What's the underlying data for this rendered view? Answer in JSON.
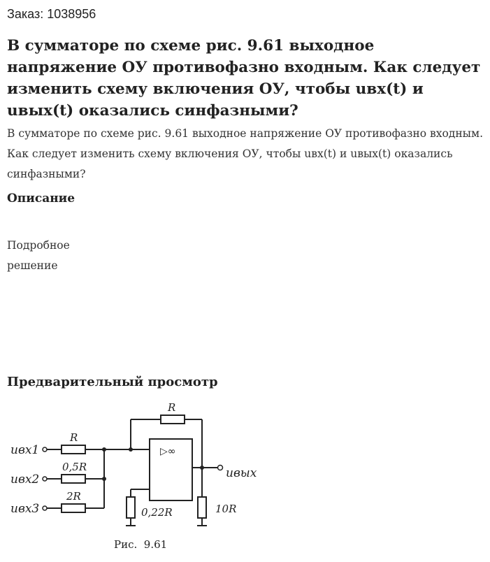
{
  "order": {
    "label": "Заказ: 1038956"
  },
  "question": {
    "title": "В сумматоре по схеме рис. 9.61 выходное напряжение ОУ противофазно входным. Как следует изменить схему включения ОУ, чтобы uвх(t) и uвых(t) оказались синфазными?",
    "text": "В сумматоре по схеме рис. 9.61 выходное напряжение ОУ противофазно входным. Как следует изменить схему включения ОУ, чтобы uвх(t) и uвых(t) оказались синфазными?"
  },
  "description": {
    "heading": "Описание",
    "line1": "Подробное",
    "line2": "решение"
  },
  "preview": {
    "heading": "Предварительный просмотр"
  },
  "figure": {
    "in1_label": "uвх1",
    "in2_label": "uвх2",
    "in3_label": "uвх3",
    "out_label": "uвых",
    "r_feedback": "R",
    "r_in1": "R",
    "r_in2": "0,5R",
    "r_in3": "2R",
    "r_ground": "0,22R",
    "r_load": "10R",
    "amp_symbol": "▷∞",
    "caption": "Рис.  9.61"
  }
}
